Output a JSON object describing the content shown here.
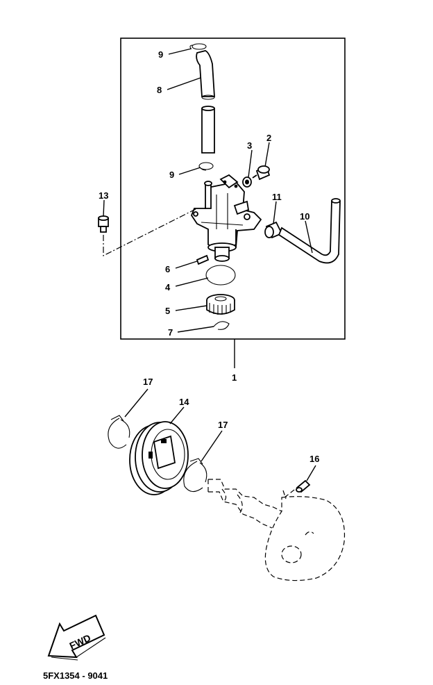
{
  "callouts": {
    "c1": "1",
    "c2": "2",
    "c3": "3",
    "c4": "4",
    "c5": "5",
    "c6": "6",
    "c7": "7",
    "c8": "8",
    "c9a": "9",
    "c9b": "9",
    "c10": "10",
    "c11": "11",
    "c13": "13",
    "c14": "14",
    "c16": "16",
    "c17a": "17",
    "c17b": "17"
  },
  "fwd_label": "FWD",
  "diagram_code": "5FX1354 - 9041"
}
